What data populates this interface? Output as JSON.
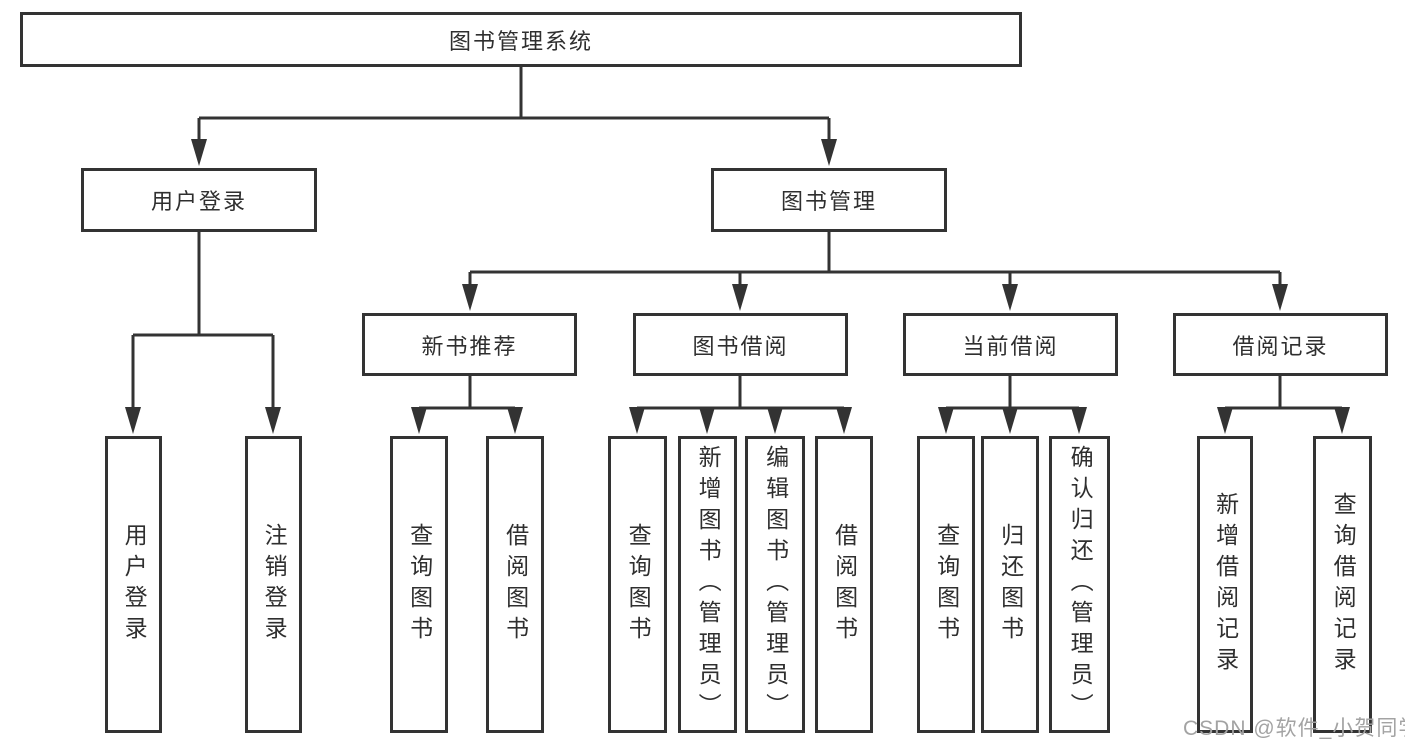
{
  "diagram": {
    "root": {
      "label": "图书管理系统"
    },
    "branches": [
      {
        "label": "用户登录",
        "children": [
          "用户登录",
          "注销登录"
        ]
      },
      {
        "label": "图书管理",
        "sections": [
          {
            "label": "新书推荐",
            "children": [
              "查询图书",
              "借阅图书"
            ]
          },
          {
            "label": "图书借阅",
            "children": [
              "查询图书",
              "新增图书（管理员）",
              "编辑图书（管理员）",
              "借阅图书"
            ]
          },
          {
            "label": "当前借阅",
            "children": [
              "查询图书",
              "归还图书",
              "确认归还（管理员）"
            ]
          },
          {
            "label": "借阅记录",
            "children": [
              "新增借阅记录",
              "查询借阅记录"
            ]
          }
        ]
      }
    ],
    "watermark": "CSDN @软件_小贺同学",
    "colors": {
      "line": "#333333",
      "text": "#2f2f2f",
      "background": "#ffffff",
      "watermark": "#a3a3a3"
    }
  }
}
